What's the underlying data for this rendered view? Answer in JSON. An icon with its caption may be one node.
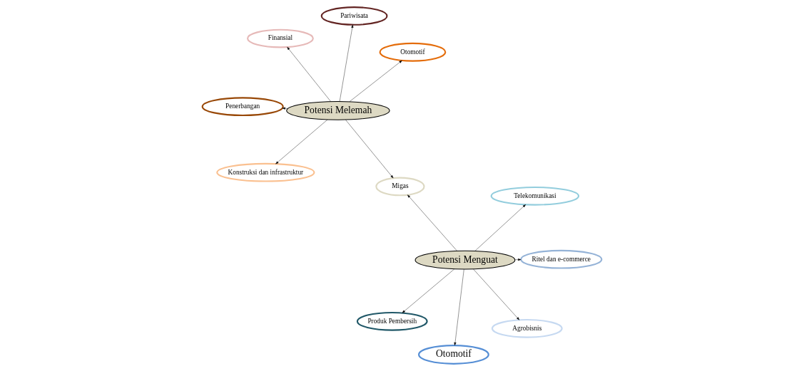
{
  "diagram": {
    "nodes": [
      {
        "text": [
          "Potensi Melemah"
        ]
      },
      {
        "text": [
          "Otomotif"
        ]
      },
      {
        "text": [
          "Konstruksi dan infrastruktur"
        ]
      },
      {
        "text": [
          "Penerbangan"
        ]
      },
      {
        "text": [
          "Pariwisata"
        ]
      },
      {
        "text": [
          "Finansial"
        ]
      },
      {
        "text": [
          "Migas"
        ]
      },
      {
        "text": [
          "Potensi Menguat"
        ]
      },
      {
        "text": [
          "Produk Pembersih"
        ]
      },
      {
        "text": [
          "Agrobisnis"
        ]
      },
      {
        "text": [
          "Otomotif"
        ]
      },
      {
        "text": [
          "Telekomunikasi"
        ]
      },
      {
        "text": [
          "Ritel dan e-commerce"
        ]
      }
    ],
    "edges": [
      {
        "from": 0,
        "to": 1,
        "arrow": "to"
      },
      {
        "from": 0,
        "to": 2,
        "arrow": "to"
      },
      {
        "from": 0,
        "to": 3,
        "arrow": "to"
      },
      {
        "from": 0,
        "to": 4,
        "arrow": "to"
      },
      {
        "from": 0,
        "to": 5,
        "arrow": "to"
      },
      {
        "from": 0,
        "to": 6,
        "arrow": "to"
      },
      {
        "from": 7,
        "to": 6,
        "arrow": "to"
      },
      {
        "from": 7,
        "to": 8,
        "arrow": "to"
      },
      {
        "from": 7,
        "to": 9,
        "arrow": "to"
      },
      {
        "from": 7,
        "to": 10,
        "arrow": "to"
      },
      {
        "from": 7,
        "to": 11,
        "arrow": "to"
      },
      {
        "from": 7,
        "to": 12,
        "arrow": "to"
      }
    ]
  }
}
